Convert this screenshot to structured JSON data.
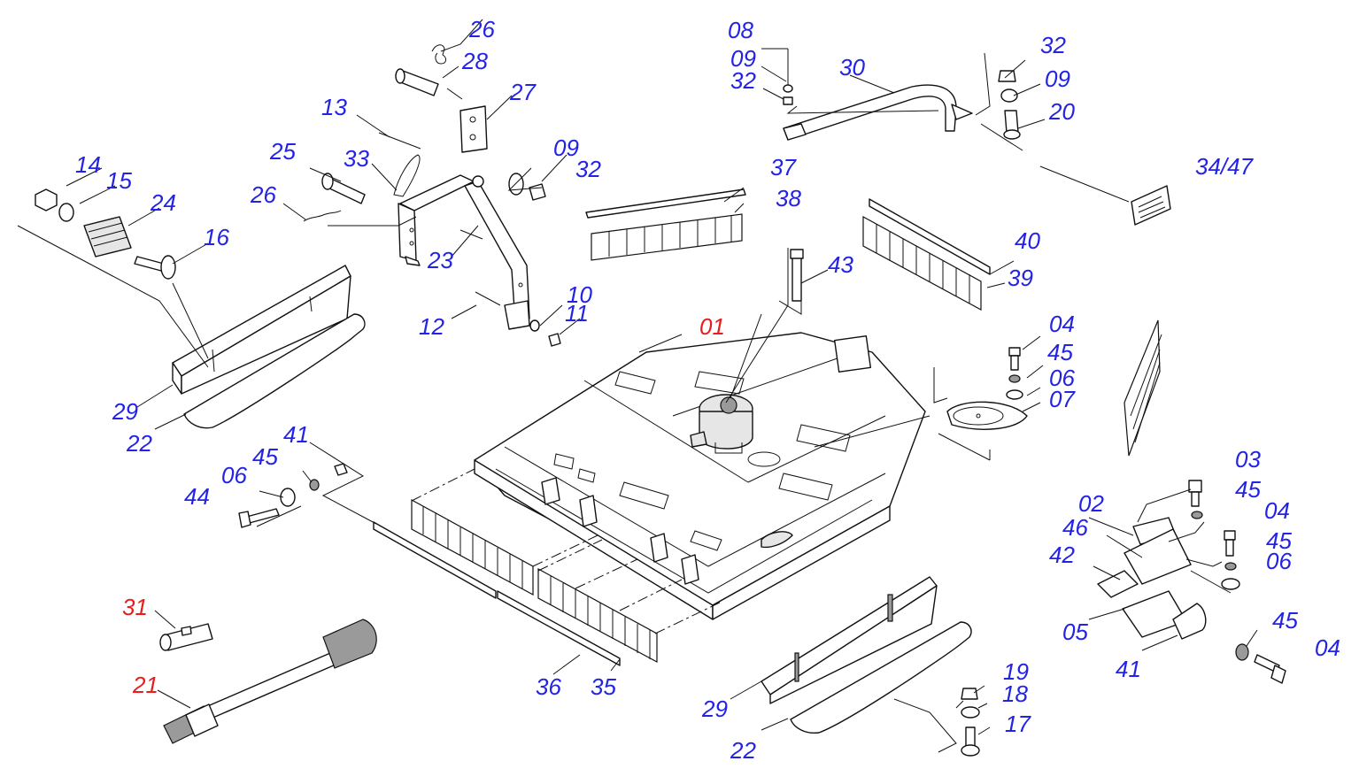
{
  "colors": {
    "label_standard": "#2323e6",
    "label_highlight": "#e61e1e",
    "line": "#111111"
  },
  "labels": {
    "l01": "01",
    "l02": "02",
    "l03": "03",
    "l04a": "04",
    "l04b": "04",
    "l04c": "04",
    "l05": "05",
    "l06a": "06",
    "l06b": "06",
    "l06c": "06",
    "l07": "07",
    "l08": "08",
    "l09a": "09",
    "l09b": "09",
    "l09c": "09",
    "l10": "10",
    "l11": "11",
    "l12": "12",
    "l13": "13",
    "l14": "14",
    "l15": "15",
    "l16": "16",
    "l17": "17",
    "l18": "18",
    "l19": "19",
    "l20": "20",
    "l21": "21",
    "l22a": "22",
    "l22b": "22",
    "l23": "23",
    "l24": "24",
    "l25": "25",
    "l26a": "26",
    "l26b": "26",
    "l27": "27",
    "l28": "28",
    "l29a": "29",
    "l29b": "29",
    "l30": "30",
    "l31": "31",
    "l32a": "32",
    "l32b": "32",
    "l32c": "32",
    "l33": "33",
    "l3447": "34/47",
    "l35": "35",
    "l36": "36",
    "l37": "37",
    "l38": "38",
    "l39": "39",
    "l40": "40",
    "l41a": "41",
    "l41b": "41",
    "l42": "42",
    "l43": "43",
    "l44": "44",
    "l45a": "45",
    "l45b": "45",
    "l45c": "45",
    "l45d": "45",
    "l45e": "45",
    "l46": "46"
  }
}
